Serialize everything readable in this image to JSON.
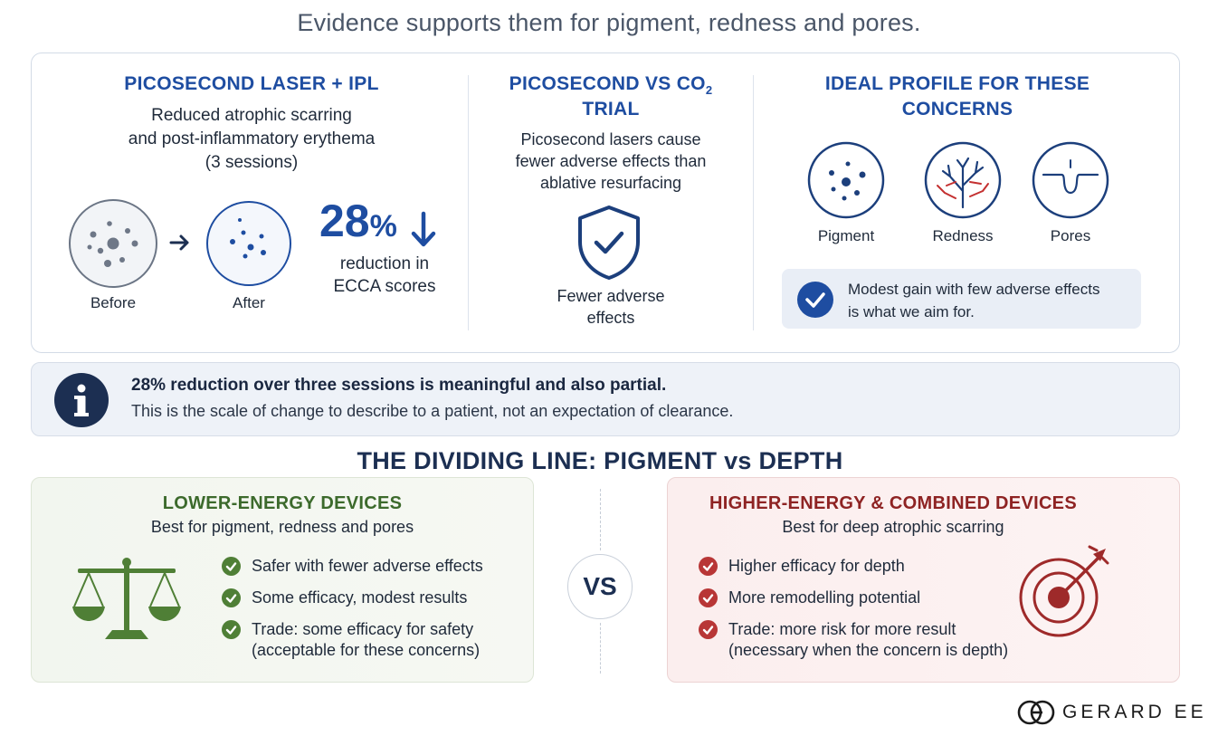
{
  "subtitle": "Evidence supports them for pigment, redness and pores.",
  "col1": {
    "title": "PICOSECOND LASER + IPL",
    "line1": "Reduced atrophic scarring",
    "line2": "and post-inflammatory erythema",
    "line3": "(3 sessions)",
    "before_label": "Before",
    "after_label": "After",
    "stat_number": "28",
    "stat_percent": "%",
    "stat_line1": "reduction in",
    "stat_line2": "ECCA scores"
  },
  "col2": {
    "title_line1": "PICOSECOND VS CO",
    "title_subscript": "2",
    "title_line2": "TRIAL",
    "line1": "Picosecond lasers cause",
    "line2": "fewer adverse effects than",
    "line3": "ablative resurfacing",
    "shield_line1": "Fewer adverse",
    "shield_line2": "effects"
  },
  "col3": {
    "title_line1": "IDEAL PROFILE FOR THESE",
    "title_line2": "CONCERNS",
    "icons": [
      {
        "label": "Pigment",
        "icon": "pigment-icon"
      },
      {
        "label": "Redness",
        "icon": "redness-icon"
      },
      {
        "label": "Pores",
        "icon": "pores-icon"
      }
    ],
    "aim_line1": "Modest gain with few adverse effects",
    "aim_line2": "is what we aim for."
  },
  "info": {
    "bold": "28% reduction over three sessions is meaningful and also partial.",
    "line": "This is the scale of change to describe to a patient, not an expectation of clearance."
  },
  "divider_title": "THE DIVIDING LINE: PIGMENT vs DEPTH",
  "lower": {
    "title": "LOWER-ENERGY DEVICES",
    "subtitle": "Best for pigment, redness and pores",
    "bullets": [
      "Safer with fewer adverse effects",
      "Some efficacy, modest results",
      "Trade: some efficacy for safety",
      "(acceptable for these concerns)"
    ]
  },
  "vs_label": "VS",
  "higher": {
    "title": "HIGHER-ENERGY & COMBINED DEVICES",
    "subtitle": "Best for deep atrophic scarring",
    "bullets": [
      "Higher efficacy for depth",
      "More remodelling potential",
      "Trade: more risk for more result",
      "(necessary when the concern is depth)"
    ]
  },
  "brand": "GERARD EE",
  "colors": {
    "accent_blue": "#1e4da1",
    "navy": "#1c2f52",
    "green": "#4f7f36",
    "red": "#b83636"
  }
}
